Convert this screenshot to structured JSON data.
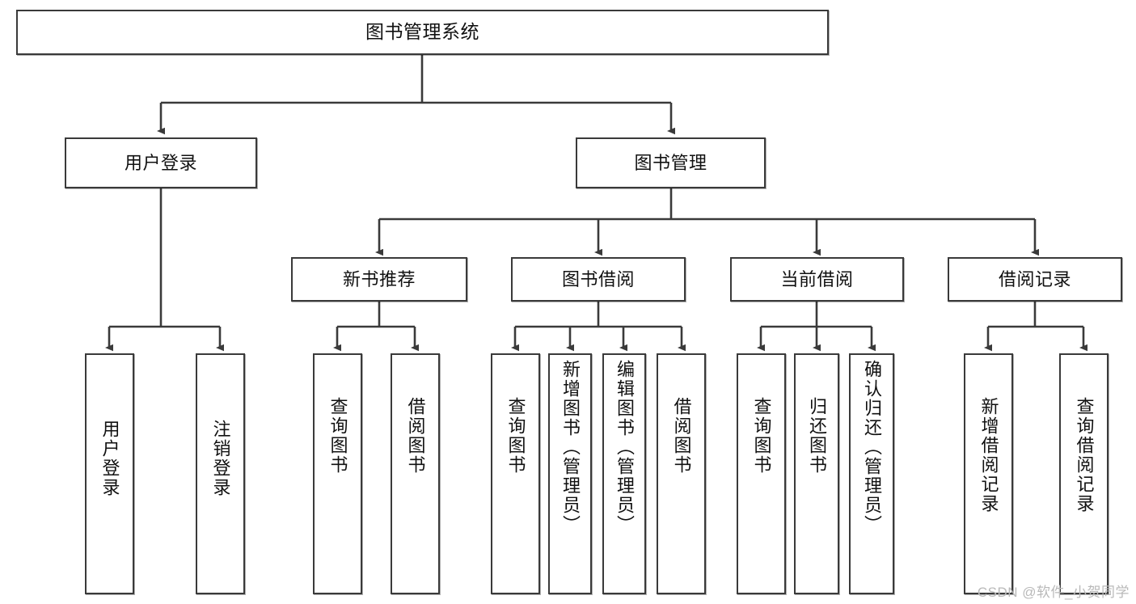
{
  "diagram": {
    "title": "图书管理系统",
    "type": "功能结构图",
    "colors": {
      "box_border": "#3a3a3a",
      "box_fill": "#ffffff",
      "edge": "#3a3a3a",
      "text": "#111111",
      "watermark": "#b9b9b9",
      "background": "#ffffff"
    }
  },
  "root": {
    "label": "图书管理系统"
  },
  "level1": [
    {
      "label": "用户登录"
    },
    {
      "label": "图书管理"
    }
  ],
  "level2": [
    {
      "label": "新书推荐"
    },
    {
      "label": "图书借阅"
    },
    {
      "label": "当前借阅"
    },
    {
      "label": "借阅记录"
    }
  ],
  "leaves": [
    {
      "label": "用户登录",
      "parent": "用户登录"
    },
    {
      "label": "注销登录",
      "parent": "用户登录"
    },
    {
      "label": "查询图书",
      "parent": "新书推荐"
    },
    {
      "label": "借阅图书",
      "parent": "新书推荐"
    },
    {
      "label": "查询图书",
      "parent": "图书借阅"
    },
    {
      "label": "新增图书（管理员）",
      "parent": "图书借阅"
    },
    {
      "label": "编辑图书（管理员）",
      "parent": "图书借阅"
    },
    {
      "label": "借阅图书",
      "parent": "图书借阅"
    },
    {
      "label": "查询图书",
      "parent": "当前借阅"
    },
    {
      "label": "归还图书",
      "parent": "当前借阅"
    },
    {
      "label": "确认归还（管理员）",
      "parent": "当前借阅"
    },
    {
      "label": "新增借阅记录",
      "parent": "借阅记录"
    },
    {
      "label": "查询借阅记录",
      "parent": "借阅记录"
    }
  ],
  "watermark": {
    "text": "CSDN @软件_小贺同学"
  }
}
